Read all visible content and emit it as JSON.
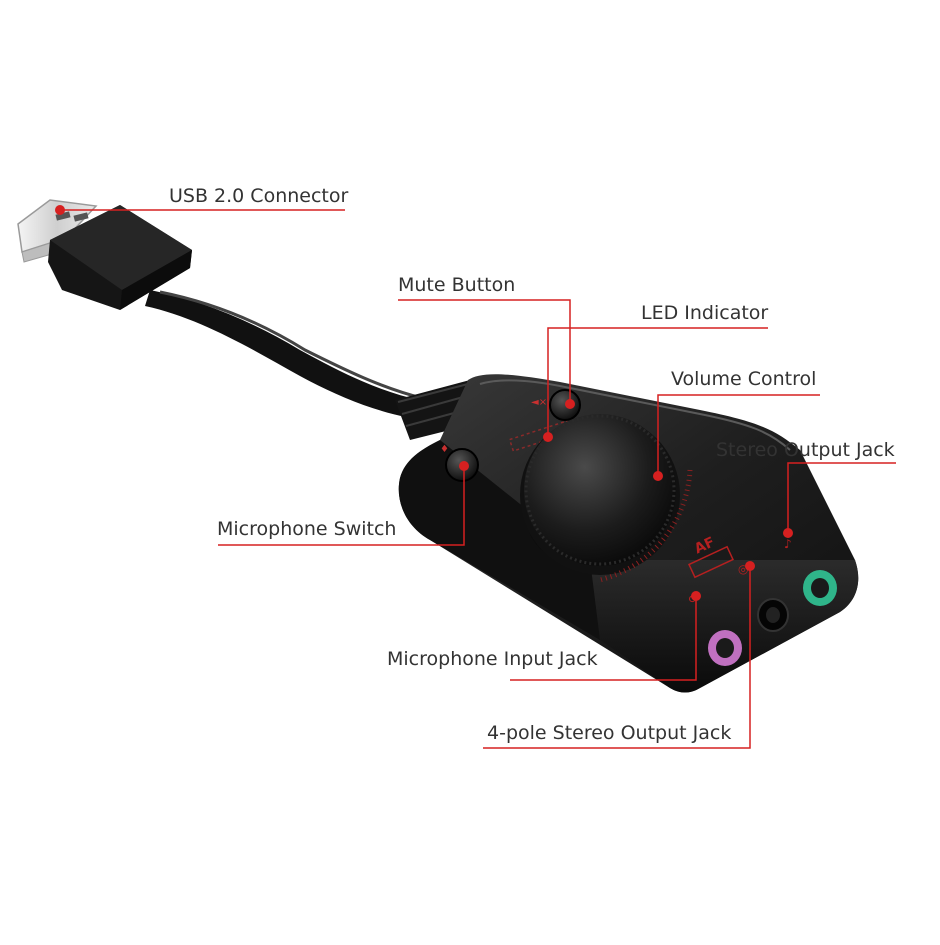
{
  "accent_color": "#d62020",
  "callouts": {
    "usb_connector": "USB 2.0 Connector",
    "mute_button": "Mute Button",
    "led_indicator": "LED Indicator",
    "volume_control": "Volume Control",
    "stereo_output_jack": "Stereo Output Jack",
    "microphone_switch": "Microphone Switch",
    "microphone_input_jack": "Microphone Input Jack",
    "four_pole_output_jack": "4-pole Stereo Output Jack"
  }
}
